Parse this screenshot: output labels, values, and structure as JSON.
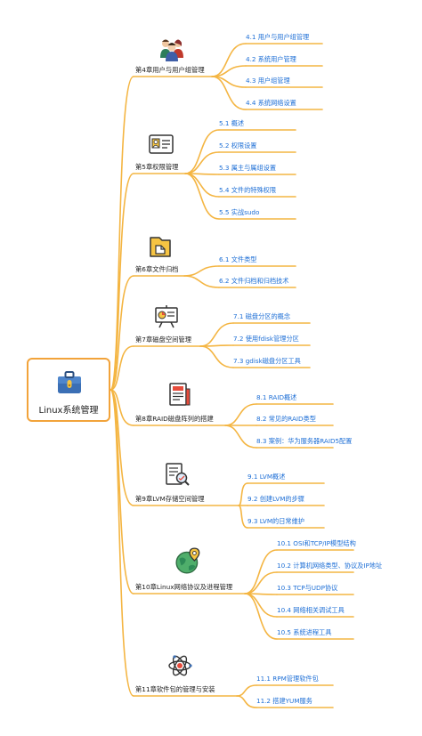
{
  "root": {
    "label": "Linux系统管理",
    "icon": "briefcase-icon"
  },
  "colors": {
    "line": "#F4B542",
    "border": "#F2A33A",
    "leaf_text": "#1E6FD6"
  },
  "chapters": [
    {
      "label": "第4章用户与用户组管理",
      "icon": "users-group-icon",
      "topics": [
        "4.1 用户与用户组管理",
        "4.2 系统用户管理",
        "4.3 用户组管理",
        "4.4 系统网络设置"
      ]
    },
    {
      "label": "第5章权限管理",
      "icon": "id-card-icon",
      "topics": [
        "5.1 概述",
        "5.2 权限设置",
        "5.3 属主与属组设置",
        "5.4 文件的特殊权限",
        "5.5 实战sudo"
      ]
    },
    {
      "label": "第6章文件归档",
      "icon": "folder-icon",
      "topics": [
        "6.1 文件类型",
        "6.2 文件归档和归档技术"
      ]
    },
    {
      "label": "第7章磁盘空间管理",
      "icon": "presentation-board-icon",
      "topics": [
        "7.1 磁盘分区的概念",
        "7.2 使用fdisk管理分区",
        "7.3 gdisk磁盘分区工具"
      ]
    },
    {
      "label": "第8章RAID磁盘阵列的搭建",
      "icon": "newspaper-icon",
      "topics": [
        "8.1 RAID概述",
        "8.2 常见的RAID类型",
        "8.3 案例：华为服务器RAID5配置"
      ]
    },
    {
      "label": "第9章LVM存储空间管理",
      "icon": "document-search-icon",
      "topics": [
        "9.1 LVM概述",
        "9.2 创建LVM的步骤",
        "9.3 LVM的日常维护"
      ]
    },
    {
      "label": "第10章Linux网络协议及进程管理",
      "icon": "globe-pin-icon",
      "topics": [
        "10.1 OSI和TCP/IP模型结构",
        "10.2 计算机网络类型、协议及IP地址",
        "10.3 TCP与UDP协议",
        "10.4 网络相关调试工具",
        "10.5 系统进程工具"
      ]
    },
    {
      "label": "第11章软件包的管理与安装",
      "icon": "atom-icon",
      "topics": [
        "11.1 RPM管理软件包",
        "11.2 搭建YUM服务"
      ]
    }
  ]
}
